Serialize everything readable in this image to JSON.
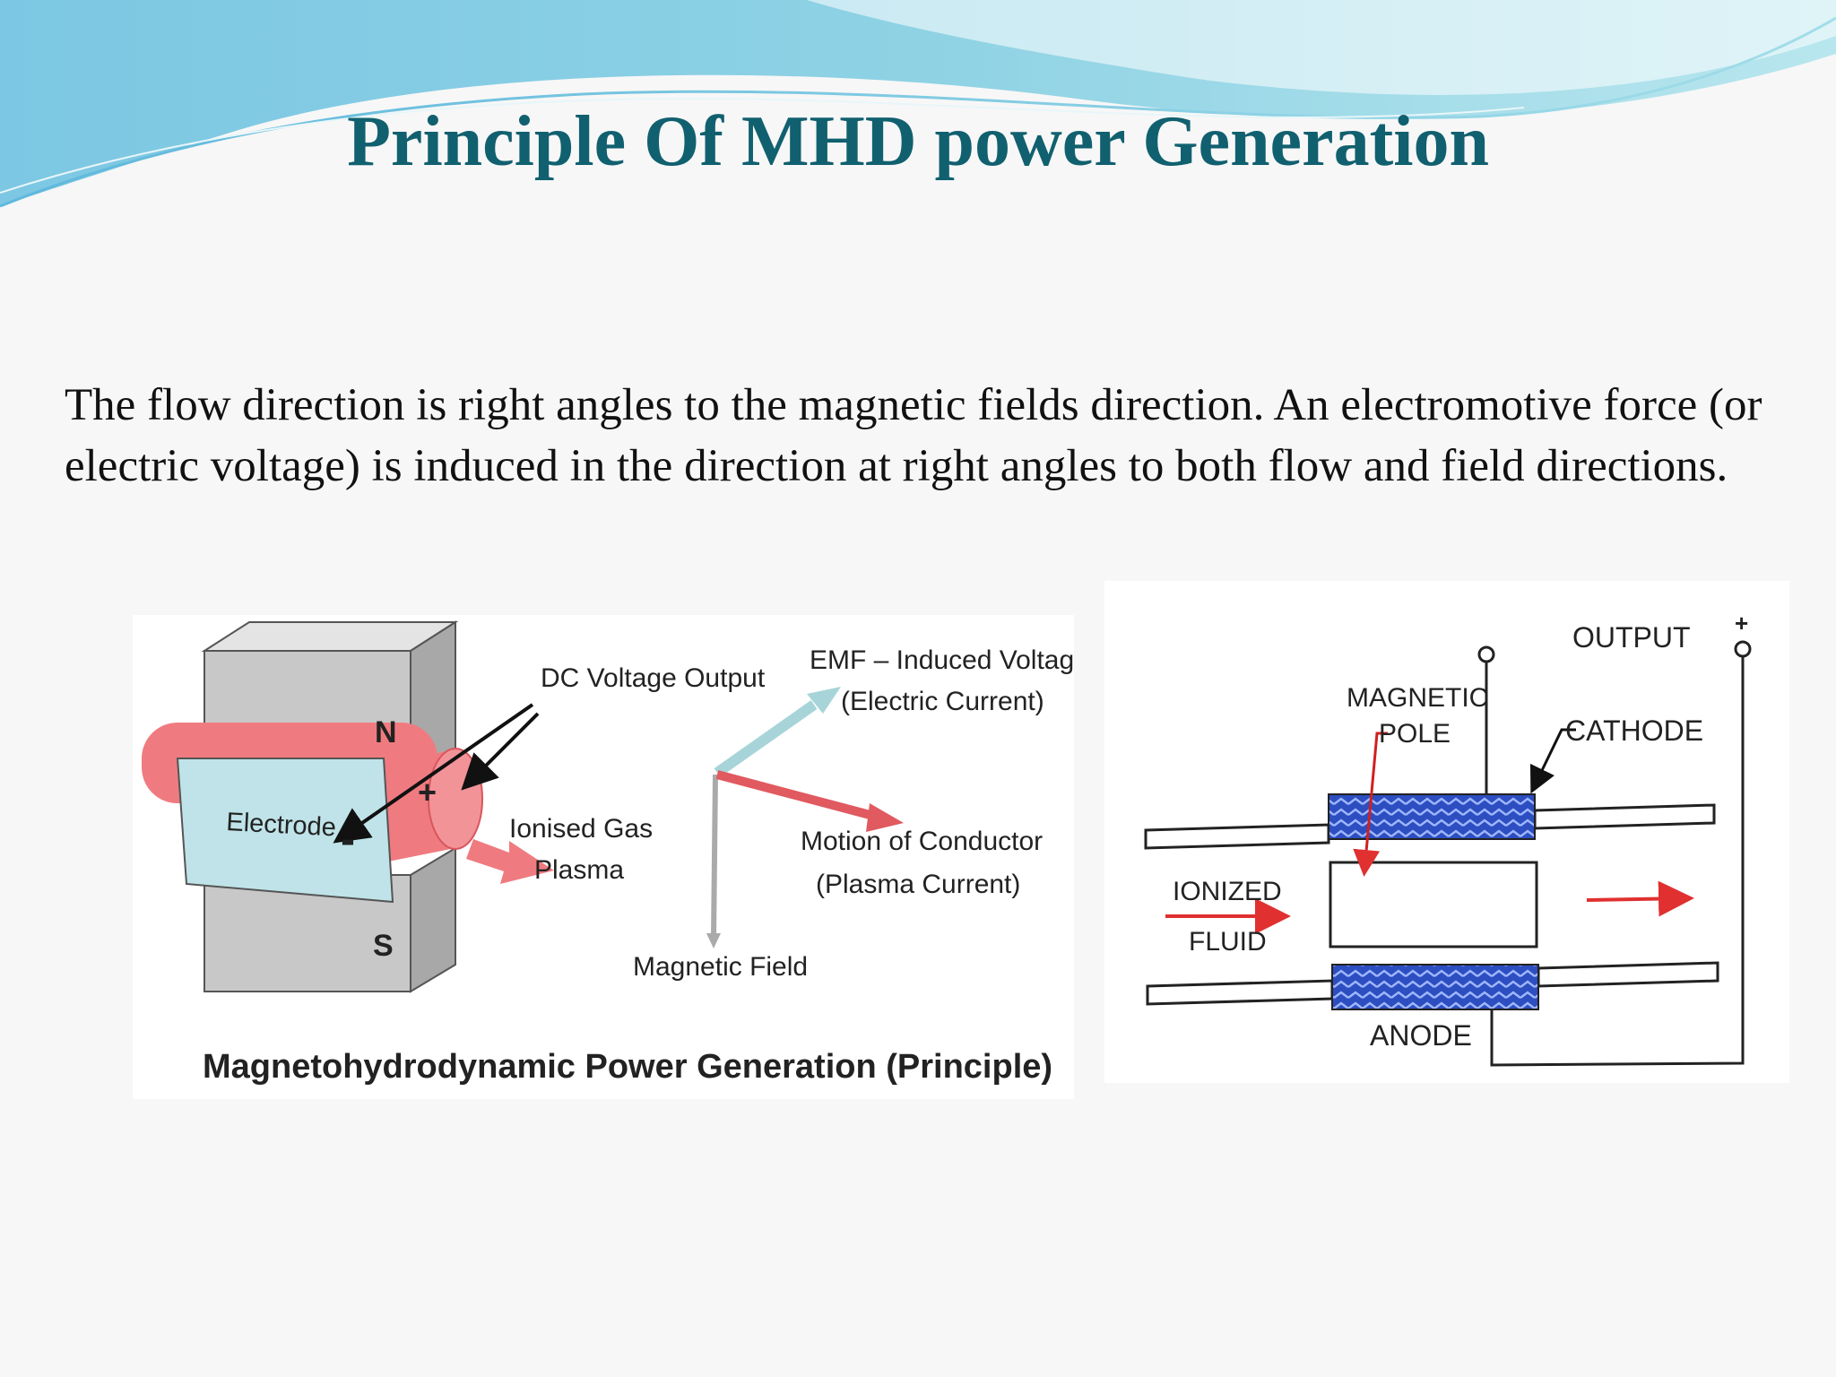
{
  "slide": {
    "title": "Principle Of MHD power Generation",
    "body": "The flow direction is right angles to the magnetic fields direction. An electromotive force (or electric voltage) is induced in the direction at right angles to both flow and field directions."
  },
  "left_diagram": {
    "magnet_north_label": "N",
    "magnet_south_label": "S",
    "plus_sign": "+",
    "minus_sign": "-",
    "electrode_label": "Electrode",
    "dc_output_label": "DC Voltage Output",
    "ionised_gas_line1": "Ionised Gas",
    "ionised_gas_line2": "Plasma",
    "emf_line1": "EMF – Induced Voltage",
    "emf_line2": "(Electric Current)",
    "motion_line1": "Motion of Conductor",
    "motion_line2": "(Plasma Current)",
    "magnetic_field_label": "Magnetic Field",
    "caption": "Magnetohydrodynamic Power Generation (Principle)"
  },
  "right_diagram": {
    "output_label": "OUTPUT",
    "plus_sign": "+",
    "magnetic_pole_line1": "MAGNETIC",
    "magnetic_pole_line2": "POLE",
    "cathode_label": "CATHODE",
    "ionized_line1": "IONIZED",
    "ionized_line2": "FLUID",
    "anode_label": "ANODE"
  },
  "colors": {
    "title": "#11606f",
    "plasma": "#ef7b80",
    "electrode": "#bfe3e8",
    "magnet": "#c8c8c8",
    "coil": "#3355cc",
    "flow_arrow": "#e03030"
  }
}
